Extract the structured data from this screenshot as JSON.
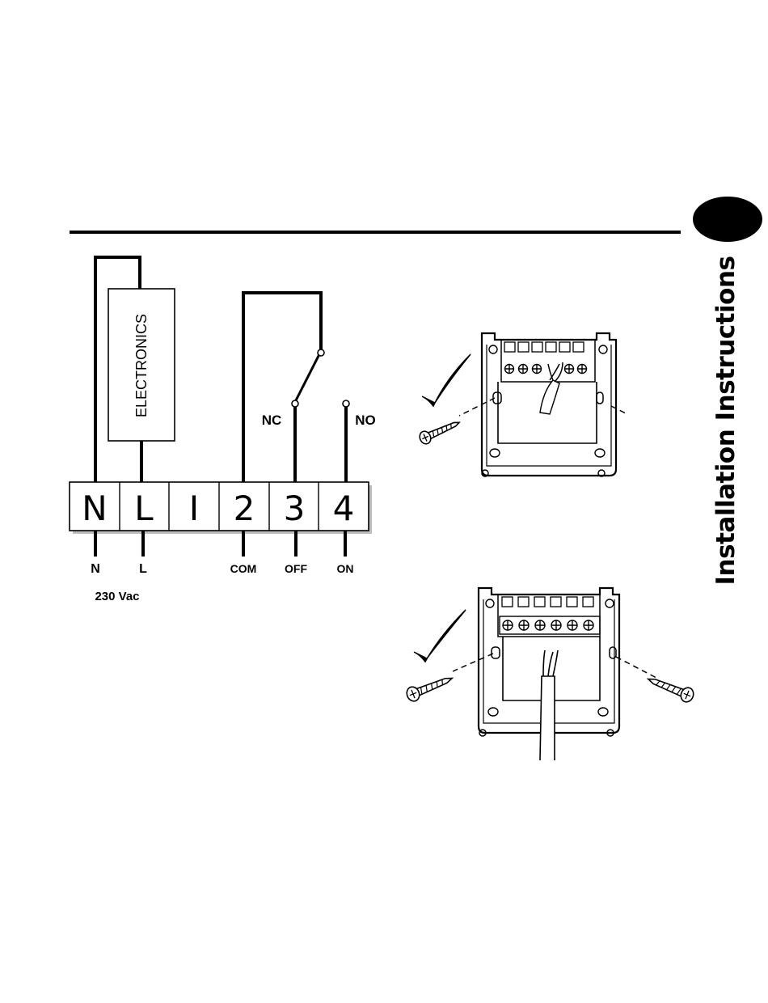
{
  "side_title": "Installation Instructions",
  "terminals": [
    "N",
    "L",
    "I",
    "2",
    "3",
    "4"
  ],
  "terminal_labels": [
    "N",
    "L",
    "",
    "COM",
    "OFF",
    "ON"
  ],
  "supply_label": "230 Vac",
  "electronics_label": "ELECTRONICS",
  "switch_labels": {
    "nc": "NC",
    "no": "NO"
  },
  "colors": {
    "ink": "#000000",
    "shadow": "#bdbdbd"
  },
  "icons": [
    "checkmark-icon",
    "screw-icon"
  ]
}
